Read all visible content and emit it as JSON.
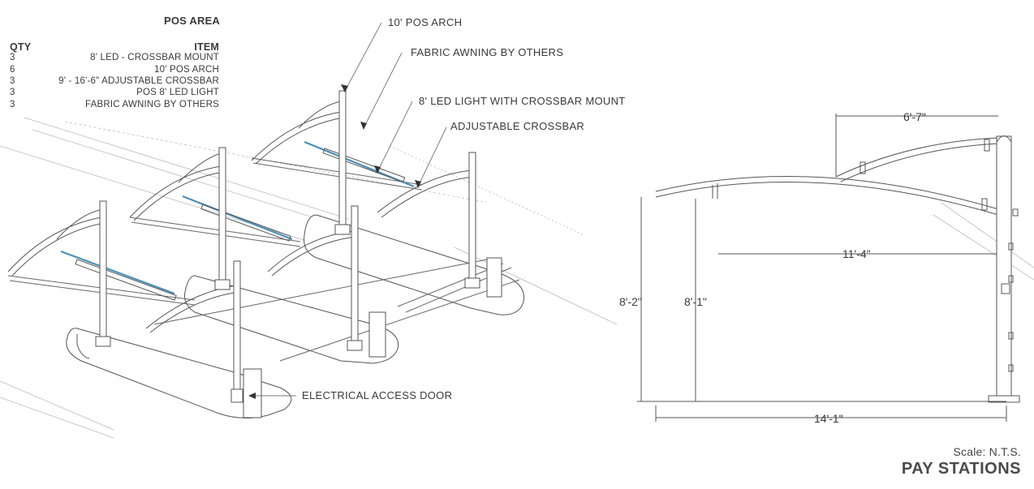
{
  "table": {
    "title": "POS AREA",
    "qty_header": "QTY",
    "item_header": "ITEM",
    "rows": [
      {
        "qty": "3",
        "item": "8' LED - CROSSBAR MOUNT"
      },
      {
        "qty": "6",
        "item": "10' POS ARCH"
      },
      {
        "qty": "3",
        "item": "9' - 16'-6\" ADJUSTABLE CROSSBAR"
      },
      {
        "qty": "3",
        "item": "POS 8' LED LIGHT"
      },
      {
        "qty": "3",
        "item": "FABRIC AWNING BY OTHERS"
      }
    ]
  },
  "callouts": {
    "pos_arch": "10' POS ARCH",
    "fabric_awning": "FABRIC AWNING BY OTHERS",
    "led_light": "8' LED LIGHT WITH CROSSBAR MOUNT",
    "crossbar": "ADJUSTABLE CROSSBAR",
    "access_door": "ELECTRICAL ACCESS DOOR"
  },
  "dimensions": {
    "top_span": "6'-7\"",
    "mid_span": "11'-4\"",
    "overall_height": "8'-2\"",
    "inner_height": "8'-1\"",
    "base_span": "14'-1\""
  },
  "footer": {
    "scale": "Scale: N.T.S.",
    "title": "PAY STATIONS"
  },
  "colors": {
    "line": "#4a4a4a",
    "led": "#4a90b8"
  }
}
